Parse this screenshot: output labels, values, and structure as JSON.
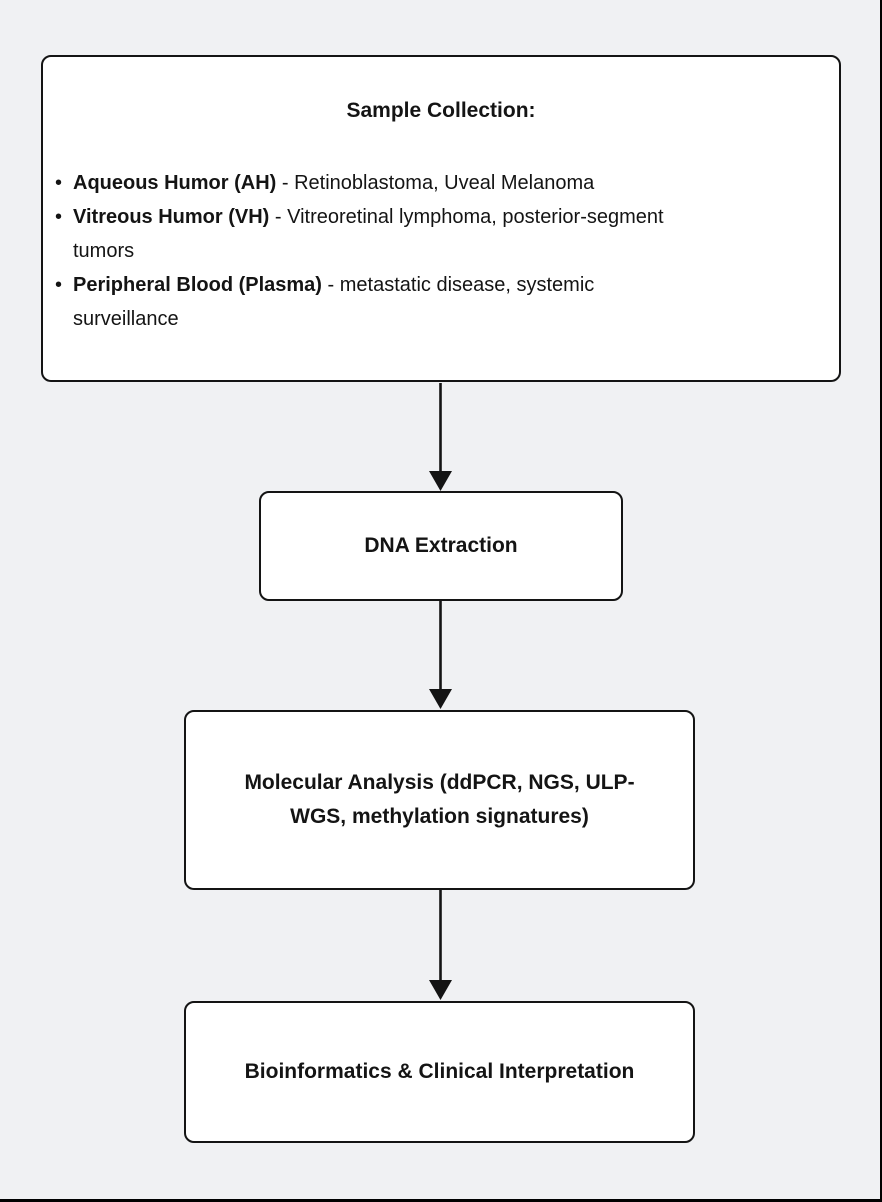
{
  "colors": {
    "bg": "#f0f1f3",
    "box_bg": "#ffffff",
    "line": "#141414",
    "text": "#141414"
  },
  "flowchart": {
    "sample_collection": {
      "title": "Sample Collection:",
      "bullet_glyph": "•",
      "bullets": [
        {
          "term": "Aqueous Humor (AH)",
          "description": " - Retinoblastoma, Uveal Melanoma"
        },
        {
          "term": "Vitreous Humor (VH)",
          "description": " - Vitreoretinal lymphoma, posterior-segment tumors"
        },
        {
          "term": "Peripheral Blood (Plasma)",
          "description": " - metastatic disease, systemic surveillance"
        }
      ]
    },
    "steps": [
      {
        "label": "DNA Extraction"
      },
      {
        "label": "Molecular Analysis (ddPCR, NGS, ULP-WGS, methylation signatures)"
      },
      {
        "label": "Bioinformatics & Clinical Interpretation"
      }
    ]
  }
}
